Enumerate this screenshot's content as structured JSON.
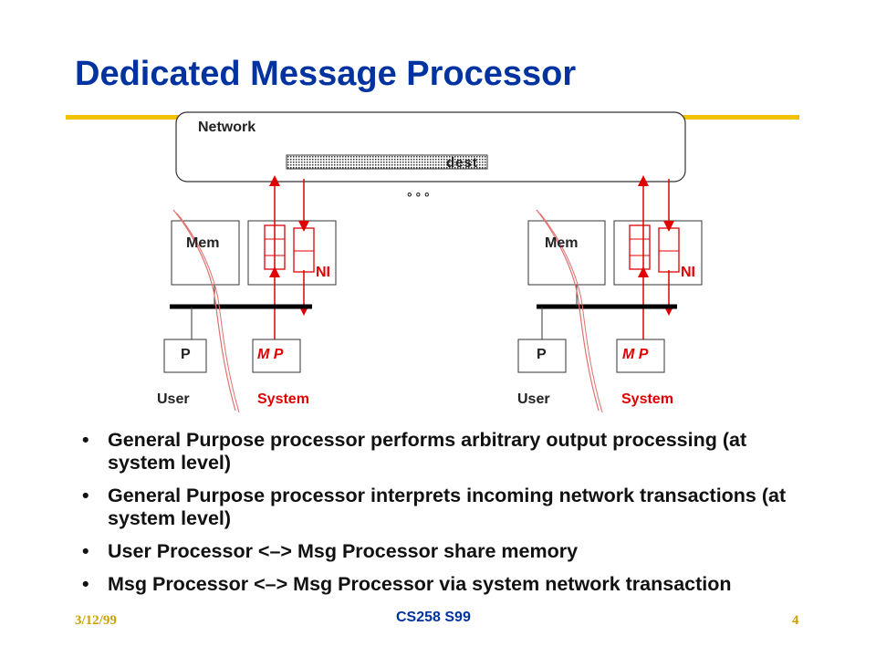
{
  "slide": {
    "title": "Dedicated Message Processor"
  },
  "diagram": {
    "network_label": "Network",
    "dest_label": "dest",
    "ellipsis": "° ° °",
    "nodes": [
      {
        "mem_label": "Mem",
        "ni_label": "NI",
        "p_label": "P",
        "mp_label": "M P",
        "user_label": "User",
        "system_label": "System"
      },
      {
        "mem_label": "Mem",
        "ni_label": "NI",
        "p_label": "P",
        "mp_label": "M P",
        "user_label": "User",
        "system_label": "System"
      }
    ],
    "colors": {
      "arrow": "#e00000",
      "title": "#0033a0",
      "rule": "#f2c200",
      "footer": "#c9a100"
    }
  },
  "bullets": [
    "General Purpose processor performs arbitrary output processing (at system level)",
    "General Purpose processor interprets incoming network transactions (at system level)",
    "User Processor <–> Msg Processor share memory",
    "Msg Processor <–> Msg Processor via system network transaction"
  ],
  "footer": {
    "date": "3/12/99",
    "course": "CS258 S99",
    "page": "4"
  }
}
